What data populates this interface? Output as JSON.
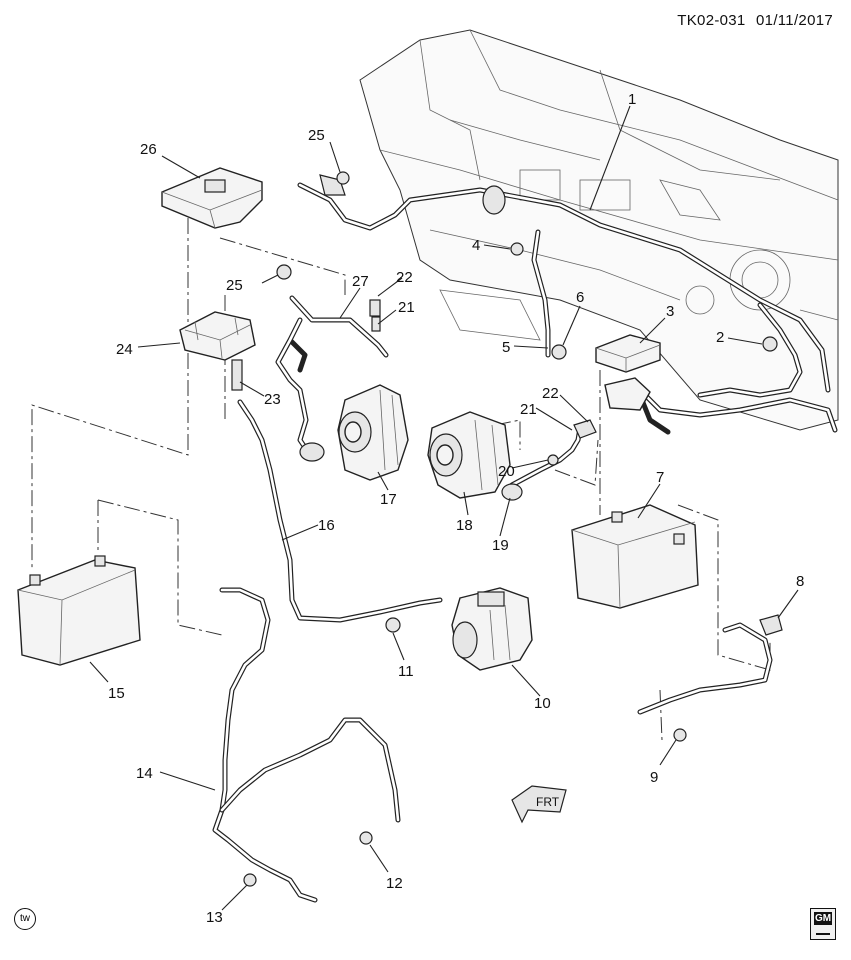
{
  "header": {
    "code": "TK02-031",
    "date": "01/11/2017"
  },
  "badges": {
    "tw": "tw",
    "gm": "GM"
  },
  "arrow": {
    "label": "FRT"
  },
  "callouts": [
    {
      "id": "1",
      "label": "1"
    },
    {
      "id": "2",
      "label": "2"
    },
    {
      "id": "3",
      "label": "3"
    },
    {
      "id": "4",
      "label": "4"
    },
    {
      "id": "5",
      "label": "5"
    },
    {
      "id": "6",
      "label": "6"
    },
    {
      "id": "7",
      "label": "7"
    },
    {
      "id": "8",
      "label": "8"
    },
    {
      "id": "9",
      "label": "9"
    },
    {
      "id": "10",
      "label": "10"
    },
    {
      "id": "11",
      "label": "11"
    },
    {
      "id": "12",
      "label": "12"
    },
    {
      "id": "13",
      "label": "13"
    },
    {
      "id": "14",
      "label": "14"
    },
    {
      "id": "15",
      "label": "15"
    },
    {
      "id": "16",
      "label": "16"
    },
    {
      "id": "17",
      "label": "17"
    },
    {
      "id": "18",
      "label": "18"
    },
    {
      "id": "19",
      "label": "19"
    },
    {
      "id": "20",
      "label": "20"
    },
    {
      "id": "21a",
      "label": "21"
    },
    {
      "id": "21b",
      "label": "21"
    },
    {
      "id": "22a",
      "label": "22"
    },
    {
      "id": "22b",
      "label": "22"
    },
    {
      "id": "23",
      "label": "23"
    },
    {
      "id": "24",
      "label": "24"
    },
    {
      "id": "25a",
      "label": "25"
    },
    {
      "id": "25b",
      "label": "25"
    },
    {
      "id": "26",
      "label": "26"
    },
    {
      "id": "27",
      "label": "27"
    }
  ]
}
